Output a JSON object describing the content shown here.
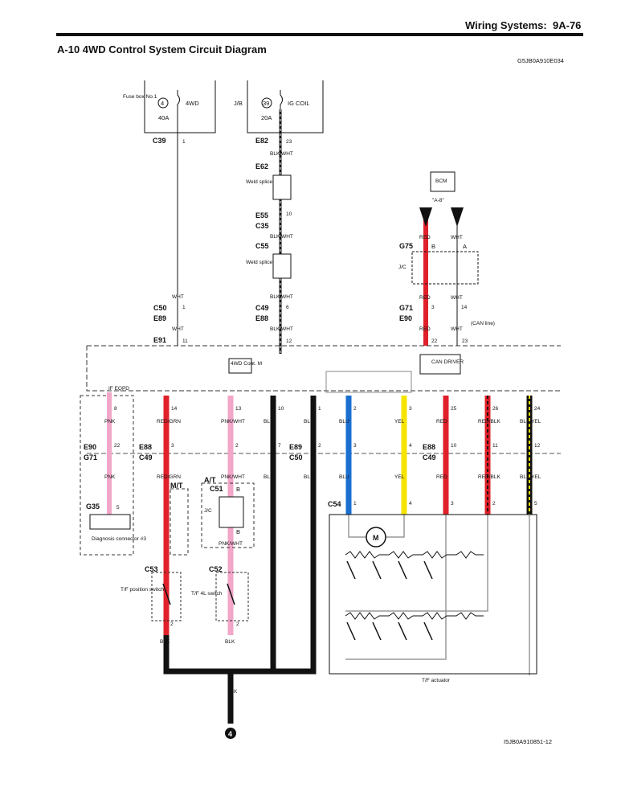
{
  "header": {
    "section": "Wiring Systems:",
    "page": "9A-76",
    "title": "A-10 4WD Control System Circuit Diagram",
    "diagram_code": "G5JB0A910E034",
    "footer_code": "I5JB0A910851-12"
  },
  "supply": {
    "fuse_box_label": "Fuse box No.1",
    "fuse1_no": "4",
    "fuse1_name": "4WD",
    "fuse1_amp": "40A",
    "jb_label": "J/B",
    "fuse2_no": "39",
    "fuse2_name": "IG COIL",
    "fuse2_amp": "20A"
  },
  "connectors": {
    "c39": "C39",
    "c39_pin": "1",
    "e82": "E82",
    "e82_pin": "23",
    "e62": "E62",
    "e55": "E55",
    "c35": "C35",
    "e55_pin": "10",
    "c55": "C55",
    "c50": "C50",
    "e89a": "E89",
    "c50_pin": "1",
    "c49": "C49",
    "e88": "E88",
    "c49_pin": "6",
    "e91": "E91",
    "e91_pin11": "11",
    "e91_pin12": "12",
    "g75": "G75",
    "g75_b": "B",
    "g75_a": "A",
    "g71": "G71",
    "e90": "E90",
    "g71_pin3": "3",
    "g71_pin14": "14",
    "pin22": "22",
    "pin23": "23",
    "g35": "G35",
    "g35_pin": "5",
    "c51": "C51",
    "c52": "C52",
    "c53": "C53",
    "c54": "C54",
    "pin_b": "B",
    "pin_1": "1",
    "pin_2": "2",
    "pin_3": "3",
    "pin_4": "4",
    "pin_5": "5"
  },
  "labels": {
    "weld_splice": "Weld splice",
    "jc": "J/C",
    "bcm": "BCM",
    "a8": "\"A-8\"",
    "can_line": "(CAN line)",
    "can_driver": "CAN DRIVER",
    "ecm": "4WD Cont. M",
    "if_eqpd": "IF EQPD",
    "diag_conn": "Diagnosis connector #3",
    "at": "A/T",
    "mt": "M/T",
    "tf_position": "T/F position switch",
    "tf_4l": "T/F 4L switch",
    "tf_actuator": "T/F actuator",
    "motor": "M",
    "ground_no": "4"
  },
  "wire_colors": {
    "wht": "WHT",
    "blk_wht": "BLK/WHT",
    "red": "RED",
    "pnk": "PNK",
    "red_grn": "RED/GRN",
    "pnk_wht": "PNK/WHT",
    "blk": "BLK",
    "blu": "BLU",
    "yel": "YEL",
    "red_blk": "RED/BLK",
    "blk_yel": "BLK/YEL"
  },
  "ecm_pins": {
    "top": [
      "8",
      "14",
      "13",
      "10",
      "1",
      "2",
      "3",
      "25",
      "26",
      "24"
    ],
    "mid": [
      "22",
      "3",
      "2",
      "7",
      "2",
      "3",
      "4",
      "10",
      "11",
      "12"
    ],
    "mid_conn_left": "E90",
    "mid_conn_left2": "G71",
    "mid_conn_a": "E88",
    "mid_conn_a2": "C49",
    "mid_conn_b": "E89",
    "mid_conn_b2": "C50",
    "mid_conn_c": "E88",
    "mid_conn_c2": "C49",
    "c54_pins": [
      "1",
      "4",
      "3",
      "2",
      "5"
    ]
  },
  "colors": {
    "red": "#e0202a",
    "pink": "#f2a6c8",
    "blue": "#1a6fd1",
    "yellow": "#f5e400",
    "black": "#111111",
    "gray": "#9a9a9a"
  }
}
